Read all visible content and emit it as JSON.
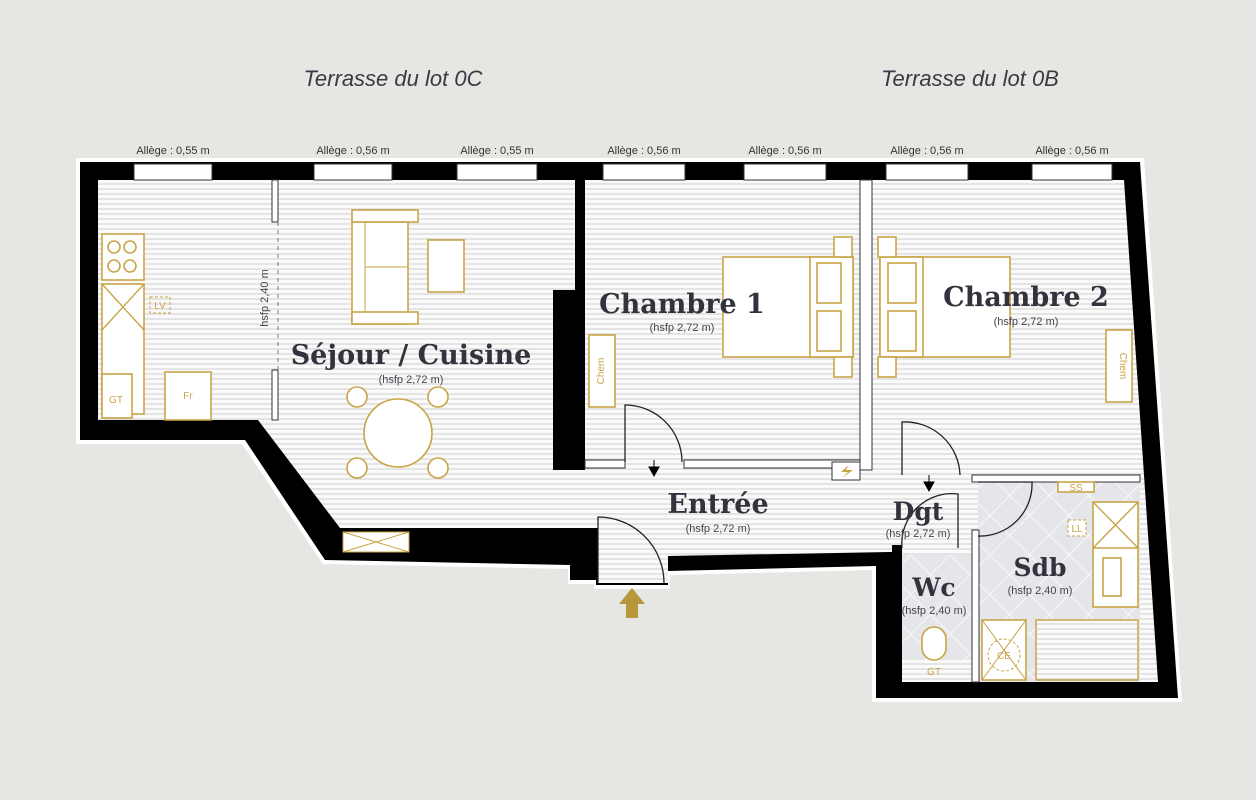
{
  "terraces": [
    "Terrasse du lot 0C",
    "Terrasse du lot 0B"
  ],
  "windows": [
    "Allège : 0,55 m",
    "Allège : 0,56 m",
    "Allège : 0,55 m",
    "Allège : 0,56 m",
    "Allège : 0,56 m",
    "Allège : 0,56 m",
    "Allège : 0,56 m"
  ],
  "rooms": {
    "sejour": {
      "name": "Séjour / Cuisine",
      "height": "(hsfp 2,72 m)"
    },
    "chambre1": {
      "name": "Chambre 1",
      "height": "(hsfp 2,72 m)"
    },
    "chambre2": {
      "name": "Chambre 2",
      "height": "(hsfp 2,72 m)"
    },
    "entree": {
      "name": "Entrée",
      "height": "(hsfp 2,72 m)"
    },
    "dgt": {
      "name": "Dgt",
      "height": "(hsfp 2,72 m)"
    },
    "wc": {
      "name": "Wc",
      "height": "(hsfp 2,40 m)"
    },
    "sdb": {
      "name": "Sdb",
      "height": "(hsfp 2,40 m)"
    }
  },
  "kitchen_height": "hsfp 2,40 m",
  "fixtures": {
    "lv": "LV",
    "gt": "GT",
    "fr": "Fr",
    "chem": "Chem",
    "ss": "SS",
    "ll": "LL",
    "ce": "CE",
    "gt_wc": "GT"
  },
  "colors": {
    "wall": "#000000",
    "fixture": "#c9a447",
    "text": "#33333d",
    "tile": "#e4e6ea"
  }
}
